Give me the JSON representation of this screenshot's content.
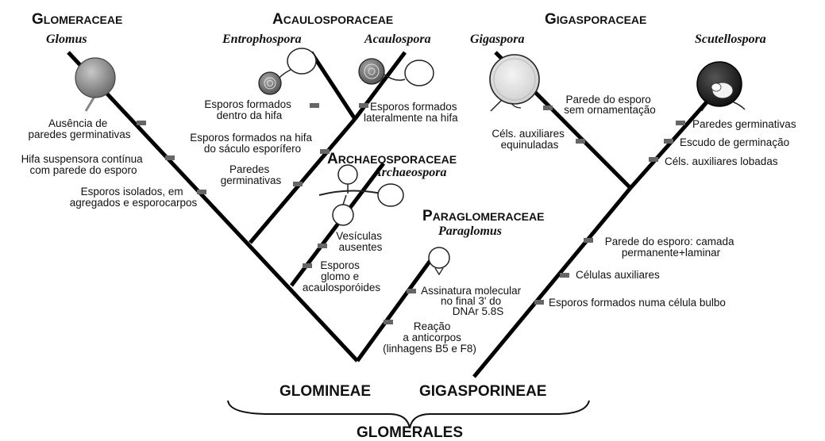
{
  "families": {
    "glomeraceae": {
      "initial": "G",
      "rest": "LOMERACEAE"
    },
    "acaulosporaceae": {
      "initial": "A",
      "rest": "CAULOSPORACEAE"
    },
    "gigasporaceae": {
      "initial": "G",
      "rest": "IGASPORACEAE"
    },
    "archaeosporaceae": {
      "initial": "A",
      "rest": "RCHAEOSPORACEAE"
    },
    "paraglomeraceae": {
      "initial": "P",
      "rest": "ARAGLOMERACEAE"
    }
  },
  "genera": {
    "glomus": "Glomus",
    "entrophospora": "Entrophospora",
    "acaulospora": "Acaulospora",
    "gigaspora": "Gigaspora",
    "scutellospora": "Scutellospora",
    "archaeospora": "Archaeospora",
    "paraglomus": "Paraglomus"
  },
  "characters": {
    "ausencia_paredes": [
      "Ausência de",
      "paredes germinativas"
    ],
    "hifa_suspensora": [
      "Hifa suspensora contínua",
      "com parede do esporo"
    ],
    "esporos_isolados": [
      "Esporos isolados, em",
      "agregados e esporocarpos"
    ],
    "dentro_hifa": [
      "Esporos formados",
      "dentro da hifa"
    ],
    "lateralmente": [
      "Esporos formados",
      "lateralmente na hifa"
    ],
    "na_hifa_saculo": [
      "Esporos formados na hifa",
      "do sáculo esporífero"
    ],
    "paredes_germ_acaulo": [
      "Paredes",
      "germinativas"
    ],
    "vesiculas": [
      "Vesículas",
      "ausentes"
    ],
    "glomo_acaulo": [
      "Esporos",
      "glomo e",
      "acaulosporóides"
    ],
    "sem_ornamentacao": [
      "Parede do esporo",
      "sem ornamentação"
    ],
    "equinuladas": [
      "Céls. auxiliares",
      "equinuladas"
    ],
    "paredes_germ_scut": [
      "Paredes germinativas"
    ],
    "escudo": [
      "Escudo de germinação"
    ],
    "lobadas": [
      "Céls. auxiliares lobadas"
    ],
    "assinatura": [
      "Assinatura molecular",
      "no final 3' do",
      "DNAr 5.8S"
    ],
    "reacao": [
      "Reação",
      "a anticorpos",
      "(linhagens B5 e F8)"
    ],
    "camada": [
      "Parede do esporo: camada",
      "permanente+laminar"
    ],
    "celulas_aux": [
      "Células auxiliares"
    ],
    "bulbo": [
      "Esporos formados numa célula bulbo"
    ]
  },
  "suborders": {
    "glomineae": "GLOMINEAE",
    "gigasporineae": "GIGASPORINEAE"
  },
  "order": "GLOMERALES",
  "colors": {
    "branch": "#000000",
    "marker": "#666666",
    "glomus_spore": "#8a8a8a",
    "scutellospora_spore": "#2a2a2a",
    "gigaspora_spore": "#e6e6e6"
  }
}
